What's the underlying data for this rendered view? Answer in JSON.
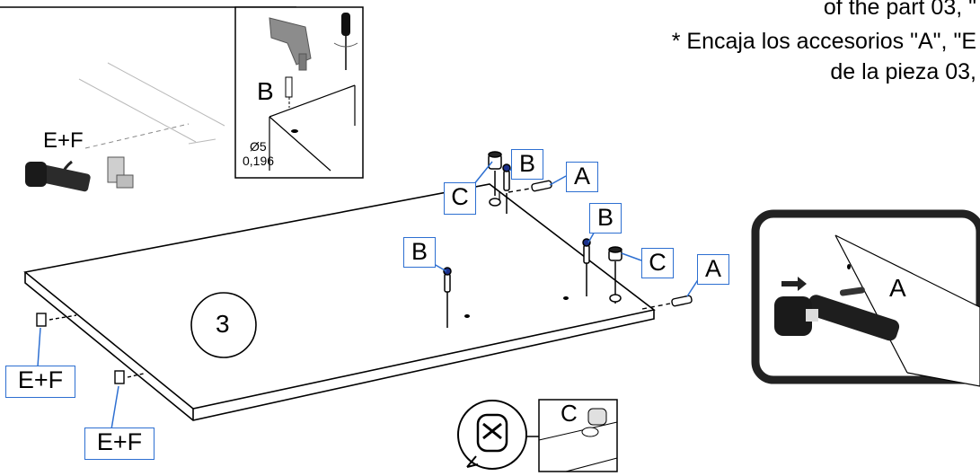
{
  "instructions": {
    "line1": "of the part 03, \"",
    "line2": "* Encaja los accesorios \"A\", \"E",
    "line3": "de la pieza 03,"
  },
  "panel_number": "3",
  "drill_detail": {
    "hole_label": "B",
    "diameter_mm": "Ø5",
    "diameter_in": "0,196"
  },
  "cam_detail": {
    "label": "E+F"
  },
  "dowel_detail": {
    "label": "A"
  },
  "cam_lock_detail": {
    "label": "C"
  },
  "callouts": {
    "a1": "A",
    "a2": "A",
    "b1": "B",
    "b2": "B",
    "b3": "B",
    "c1": "C",
    "c2": "C",
    "ef1": "E+F",
    "ef2": "E+F"
  }
}
